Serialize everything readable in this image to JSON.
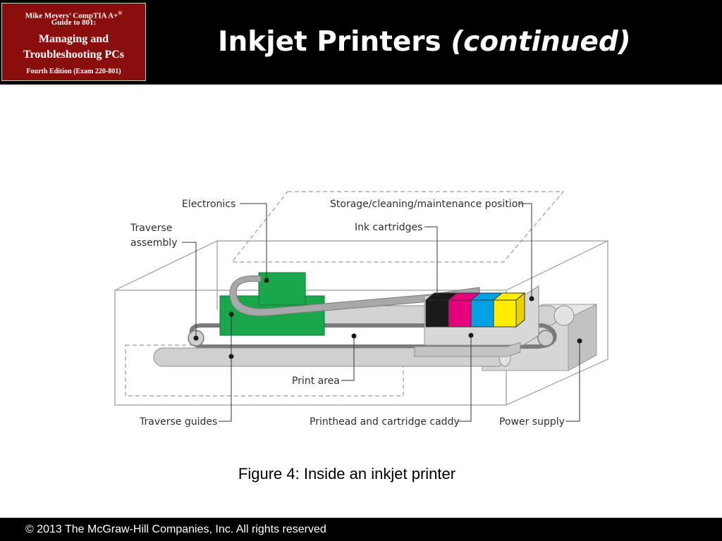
{
  "header": {
    "book_line1": "Mike Meyers’ CompTIA A+",
    "book_line1_mark": "®",
    "book_line2": "Guide to 801:",
    "book_line3": "Managing and",
    "book_line4": "Troubleshooting PCs",
    "book_line5": "Fourth Edition (Exam 220-801)",
    "title_main": "Inkjet Printers ",
    "title_italic": "(continued)"
  },
  "diagram": {
    "labels": {
      "electronics": "Electronics",
      "storage": "Storage/cleaning/maintenance position",
      "traverse_assembly_1": "Traverse",
      "traverse_assembly_2": "assembly",
      "ink_cartridges": "Ink cartridges",
      "print_area": "Print area",
      "traverse_guides": "Traverse guides",
      "printhead_caddy": "Printhead and cartridge caddy",
      "power_supply": "Power supply"
    },
    "cartridge_colors": [
      "#1a1a1a",
      "#e6007e",
      "#00a0e3",
      "#ffed00"
    ],
    "electronics_color": "#1aa64a"
  },
  "caption": "Figure 4: Inside an inkjet printer",
  "footer": "© 2013 The McGraw-Hill Companies, Inc. All rights reserved"
}
